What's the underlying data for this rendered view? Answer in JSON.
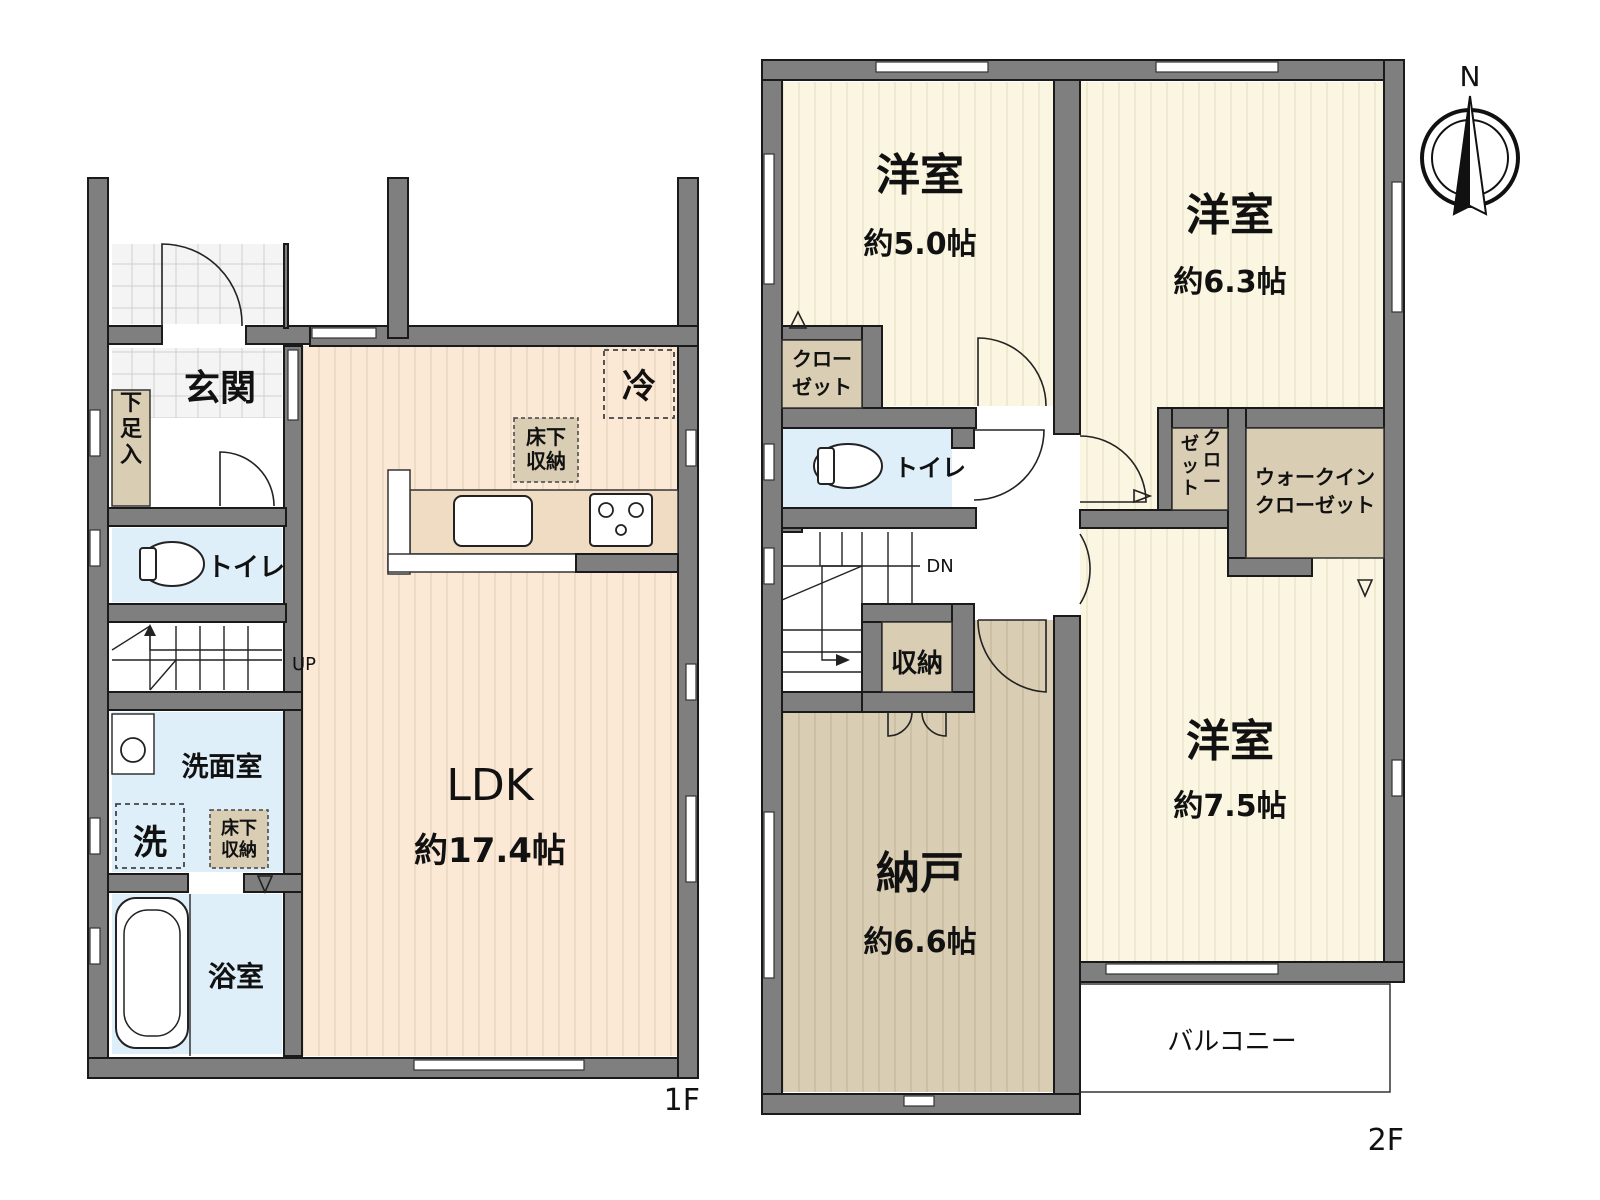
{
  "floors": {
    "first": {
      "label": "1F",
      "rooms": {
        "entrance": "玄関",
        "shoe_storage": "下足入",
        "toilet": "トイレ",
        "washroom": "洗面室",
        "washer": "洗",
        "underfloor_storage_wash": "床下収納",
        "bath": "浴室",
        "ldk_name": "LDK",
        "ldk_size": "約17.4帖",
        "fridge": "冷",
        "underfloor_storage_kitchen": "床下収納",
        "stairs_up": "UP"
      }
    },
    "second": {
      "label": "2F",
      "rooms": {
        "west_room_name": "洋室",
        "west_room_size": "約5.0帖",
        "closet_west": "クローゼット",
        "toilet": "トイレ",
        "stairs_down": "DN",
        "storage": "収納",
        "nando_name": "納戸",
        "nando_size": "約6.6帖",
        "north_room_name": "洋室",
        "north_room_size": "約6.3帖",
        "closet_mid": "クローゼット",
        "walkin_closet": "ウォークインクローゼット",
        "south_room_name": "洋室",
        "south_room_size": "約7.5帖",
        "balcony": "バルコニー"
      }
    }
  },
  "compass": {
    "north": "N"
  },
  "colors": {
    "wall": "#7f7f7f",
    "ldk_floor": "#fbe9d6",
    "bedroom_floor": "#fbf6e1",
    "nando_floor": "#d9cdb3",
    "wet_area": "#dfeffa",
    "storage_fill": "#d9cdb3"
  }
}
